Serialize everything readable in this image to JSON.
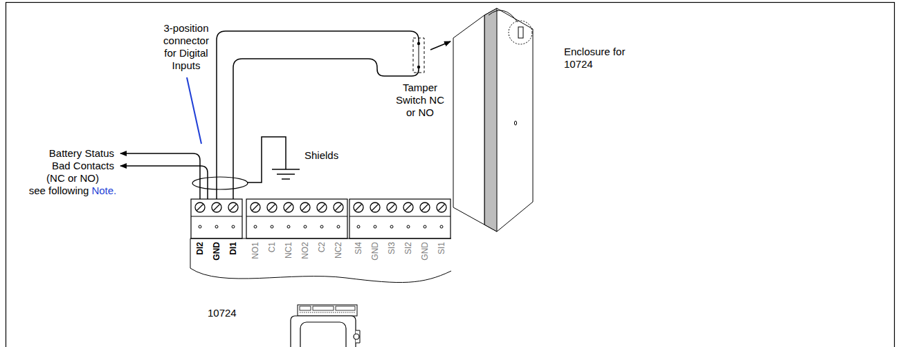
{
  "diagram": {
    "labels": [
      "3-position connector for Digital Inputs",
      "Battery Status",
      "Bad Contacts",
      "(NC or NO)",
      "see following",
      "Note.",
      "Shields",
      "Tamper Switch NC or NO",
      "Enclosure for 10724",
      "DI2",
      "GND",
      "DI1",
      "NO1",
      "C1",
      "NC1",
      "NO2",
      "C2",
      "NC2",
      "SI4",
      "GND",
      "SI3",
      "SI2",
      "GND",
      "SI1",
      "10724"
    ]
  }
}
